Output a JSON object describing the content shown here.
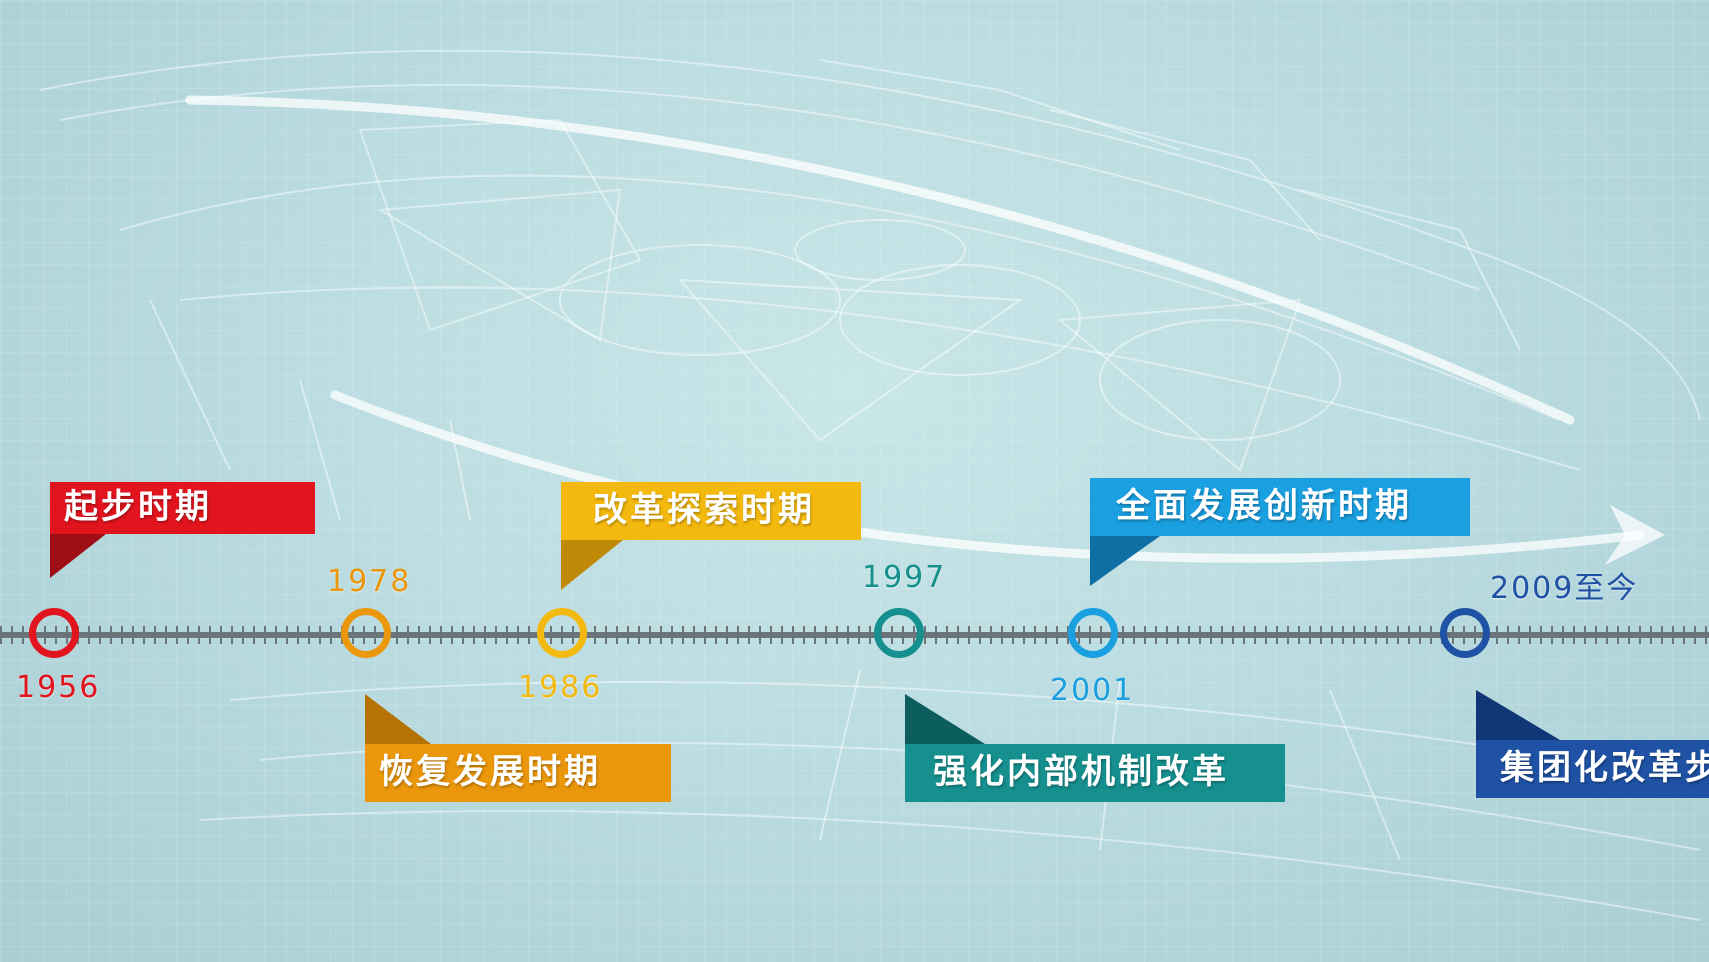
{
  "timeline": {
    "milestones": [
      {
        "year": "1956",
        "label": "起步时期",
        "color": "#e2141e",
        "dark": "#9e0e14"
      },
      {
        "year": "1978",
        "label": "恢复发展时期",
        "color": "#eb970b",
        "dark": "#b57205"
      },
      {
        "year": "1986",
        "label": "改革探索时期",
        "color": "#f4b90e",
        "dark": "#c08a08"
      },
      {
        "year": "1997",
        "label": "强化内部机制改革",
        "color": "#16908f",
        "dark": "#0b5e5d"
      },
      {
        "year": "2001",
        "label": "全面发展创新时期",
        "color": "#1a9fe0",
        "dark": "#0e6fa5"
      },
      {
        "year": "2009至今",
        "label": "集团化改革步",
        "color": "#1f52a4",
        "dark": "#123777"
      }
    ]
  }
}
